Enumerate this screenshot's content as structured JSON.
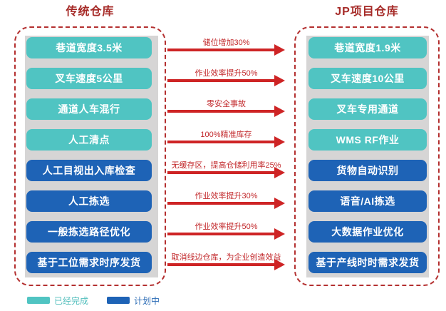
{
  "left": {
    "title": "传统仓库",
    "items": [
      {
        "label": "巷道宽度3.5米",
        "status": "已经完成"
      },
      {
        "label": "叉车速度5公里",
        "status": "已经完成"
      },
      {
        "label": "通道人车混行",
        "status": "已经完成"
      },
      {
        "label": "人工清点",
        "status": "已经完成"
      },
      {
        "label": "人工目视出入库检查",
        "status": "计划中"
      },
      {
        "label": "人工拣选",
        "status": "计划中"
      },
      {
        "label": "一般拣选路径优化",
        "status": "计划中"
      },
      {
        "label": "基于工位需求时序发货",
        "status": "计划中"
      }
    ]
  },
  "right": {
    "title": "JP项目仓库",
    "items": [
      {
        "label": "巷道宽度1.9米",
        "status": "已经完成"
      },
      {
        "label": "叉车速度10公里",
        "status": "已经完成"
      },
      {
        "label": "叉车专用通道",
        "status": "已经完成"
      },
      {
        "label": "WMS RF作业",
        "status": "已经完成"
      },
      {
        "label": "货物自动识别",
        "status": "计划中"
      },
      {
        "label": "语音/AI拣选",
        "status": "计划中"
      },
      {
        "label": "大数据作业优化",
        "status": "计划中"
      },
      {
        "label": "基于产线时时需求发货",
        "status": "计划中"
      }
    ]
  },
  "arrows": [
    {
      "label": "储位增加30%"
    },
    {
      "label": "作业效率提升50%"
    },
    {
      "label": "零安全事故"
    },
    {
      "label": "100%精准库存"
    },
    {
      "label": "无缓存区，提高仓储利用率25%"
    },
    {
      "label": "作业效率提升30%"
    },
    {
      "label": "作业效率提升50%"
    },
    {
      "label": "取消线边仓库，为企业创造效益"
    }
  ],
  "legend": {
    "completed": {
      "label": "已经完成",
      "color": "#50C4C2"
    },
    "planned": {
      "label": "计划中",
      "color": "#1E63B6"
    }
  },
  "colors": {
    "teal": "#50C4C2",
    "blue": "#1E63B6",
    "panel_gray": "#D6D5D5",
    "arrow_red": "#CE2425",
    "label_red": "#C2282B",
    "title_red": "#A62B28",
    "border_red": "#B43030"
  }
}
